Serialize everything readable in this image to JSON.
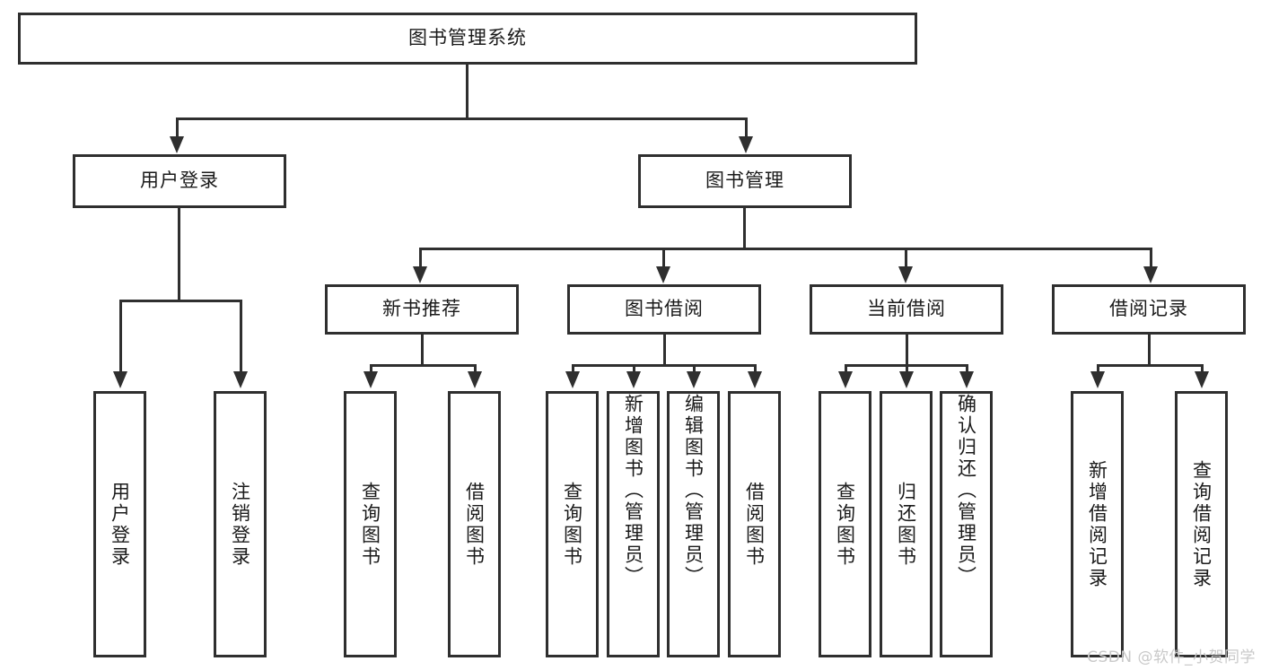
{
  "diagram": {
    "title": "图书管理系统",
    "type": "tree",
    "watermark": "CSDN @软件_小贺同学",
    "colors": {
      "stroke": "#2f2f2f",
      "fill": "#ffffff",
      "text": "#1a1a1a",
      "watermark": "#c9c9c9"
    },
    "levels": {
      "root": {
        "label": "图书管理系统"
      },
      "level2": [
        {
          "label": "用户登录"
        },
        {
          "label": "图书管理"
        }
      ],
      "level3": [
        {
          "label": "新书推荐"
        },
        {
          "label": "图书借阅"
        },
        {
          "label": "当前借阅"
        },
        {
          "label": "借阅记录"
        }
      ],
      "leaves": {
        "user_login": [
          {
            "label": "用户登录"
          },
          {
            "label": "注销登录"
          }
        ],
        "new_book": [
          {
            "label": "查询图书"
          },
          {
            "label": "借阅图书"
          }
        ],
        "book_borrow": [
          {
            "label": "查询图书"
          },
          {
            "label": "新增图书（管理员）"
          },
          {
            "label": "编辑图书（管理员）"
          },
          {
            "label": "借阅图书"
          }
        ],
        "current_borrow": [
          {
            "label": "查询图书"
          },
          {
            "label": "归还图书"
          },
          {
            "label": "确认归还（管理员）"
          }
        ],
        "borrow_record": [
          {
            "label": "新增借阅记录"
          },
          {
            "label": "查询借阅记录"
          }
        ]
      }
    }
  }
}
